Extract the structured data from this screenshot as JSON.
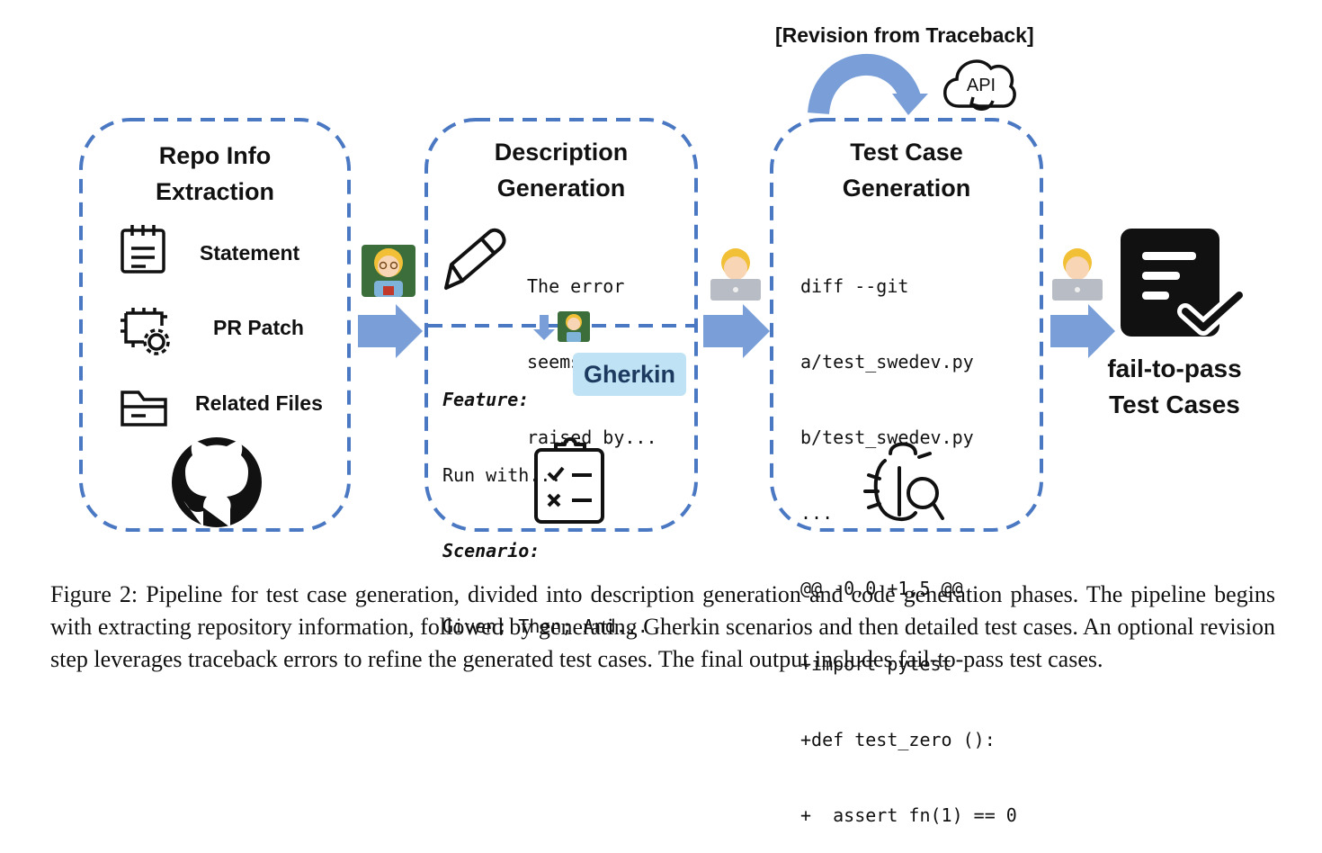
{
  "stages": {
    "repo": {
      "title_line1": "Repo Info",
      "title_line2": "Extraction",
      "items": [
        {
          "label": "Statement",
          "icon": "clipboard-icon"
        },
        {
          "label": "PR Patch",
          "icon": "chip-gear-icon"
        },
        {
          "label": "Related Files",
          "icon": "folder-icon"
        }
      ],
      "footer_icon": "github-icon"
    },
    "description": {
      "title_line1": "Description",
      "title_line2": "Generation",
      "text_lines": [
        "The error",
        "seems to be",
        "raised by..."
      ],
      "gherkin_kw1": "Feature:",
      "gherkin_line1": "Run with...",
      "gherkin_kw2": "Scenario:",
      "gherkin_line2": "Given; Then; And...",
      "badge": "Gherkin",
      "footer_icon": "checklist-icon"
    },
    "testcase": {
      "title_line1": "Test Case",
      "title_line2": "Generation",
      "code_lines": [
        "diff --git",
        "a/test_swedev.py",
        "b/test_swedev.py",
        "...",
        "@@ -0,0 +1,5 @@",
        "+import pytest",
        "+def test_zero ():",
        "+  assert fn(1) == 0"
      ],
      "footer_icon": "bug-search-icon"
    }
  },
  "revision": {
    "label": "[Revision from Traceback]",
    "api_label": "API"
  },
  "output": {
    "line1": "fail-to-pass",
    "line2": "Test Cases",
    "icon": "document-check-icon"
  },
  "caption": "Figure 2: Pipeline for test case generation, divided into description generation and code generation phases. The pipeline begins with extracting repository information, followed by generating Gherkin scenarios and then detailed test cases. An optional revision step leverages traceback errors to refine the generated test cases. The final output includes fail-to-pass test cases.",
  "colors": {
    "dash": "#4a78c2",
    "arrow": "#7a9fd8",
    "gherkin_bg": "#bfe3f5"
  }
}
